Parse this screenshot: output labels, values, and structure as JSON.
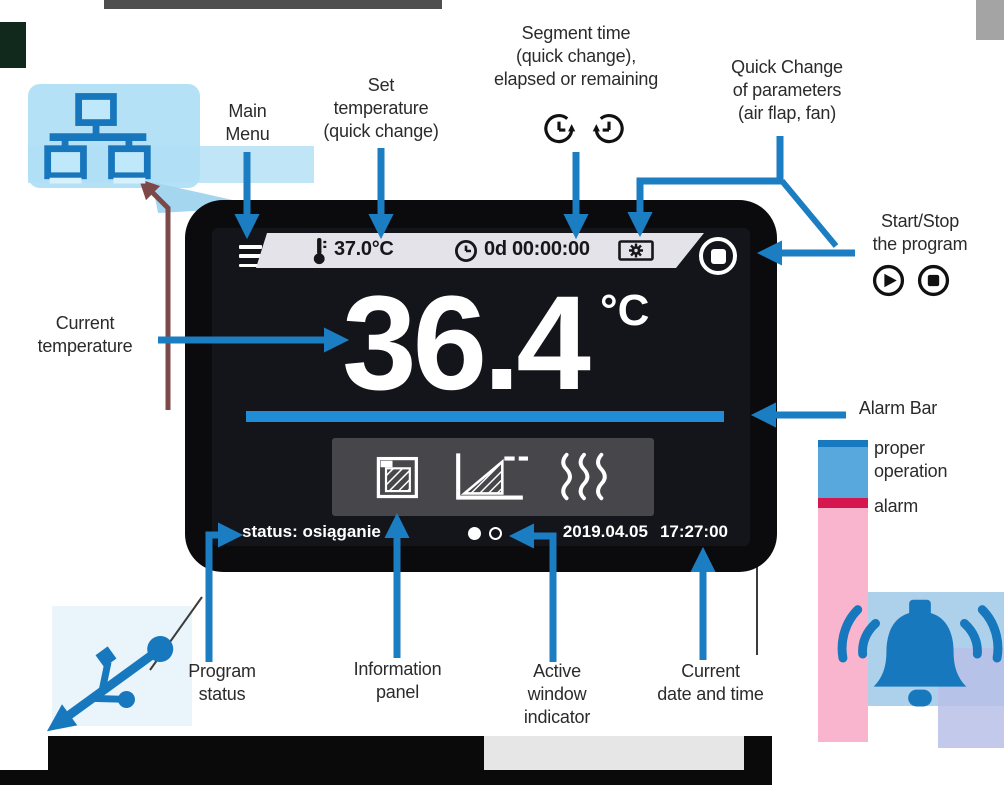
{
  "colors": {
    "accent_blue": "#1b7dc2",
    "alarm_bar_blue": "#1f8cd5",
    "alarm_ok_blue": "#58a8dd",
    "alarm_red": "#d6164e",
    "alarm_pink": "#f8b5cd",
    "screen_bg": "#14141b",
    "topbar_bg": "#e3e3e9",
    "panel_bg": "#47474b"
  },
  "device_screen": {
    "top_bar": {
      "set_temperature": "37.0°C",
      "segment_time": "0d 00:00:00"
    },
    "main_display": {
      "current_temperature": "36.4",
      "unit": "°C"
    },
    "status_bar": {
      "program_status": "status: osiąganie",
      "date": "2019.04.05",
      "time": "17:27:00"
    }
  },
  "annotations": {
    "main_menu": {
      "label": "Main\nMenu"
    },
    "set_temperature": {
      "label": "Set\ntemperature\n(quick change)"
    },
    "segment_time": {
      "label": "Segment time\n(quick change),\nelapsed or remaining"
    },
    "quick_change": {
      "label": "Quick Change\nof parameters\n(air flap, fan)"
    },
    "start_stop": {
      "label": "Start/Stop\nthe program"
    },
    "current_temperature": {
      "label": "Current\ntemperature"
    },
    "alarm_bar": {
      "label": "Alarm Bar",
      "legend": [
        {
          "label": "proper\noperation",
          "color": "#58a8dd"
        },
        {
          "label": "alarm",
          "color": "#d6164e"
        }
      ]
    },
    "program_status": {
      "label": "Program\nstatus"
    },
    "information_panel": {
      "label": "Information\npanel"
    },
    "active_window": {
      "label": "Active\nwindow\nindicator"
    },
    "current_datetime": {
      "label": "Current\ndate and time"
    }
  },
  "icons": {
    "hamburger-icon": "≡",
    "thermometer-icon": "thermometer",
    "clock-icon": "clock",
    "fan-quick-change-icon": "[gear]",
    "stop-button-icon": "⏹",
    "play-icon": "▶",
    "elapsed-time-icon": "↺",
    "remaining-time-icon": "↻",
    "program-icon": "hatched chamber",
    "ramp-profile-icon": "ramp segment chart",
    "heating-icon": "heat waves",
    "lan-network-icon": "network",
    "usb-icon": "usb",
    "alarm-bell-icon": "bell"
  }
}
